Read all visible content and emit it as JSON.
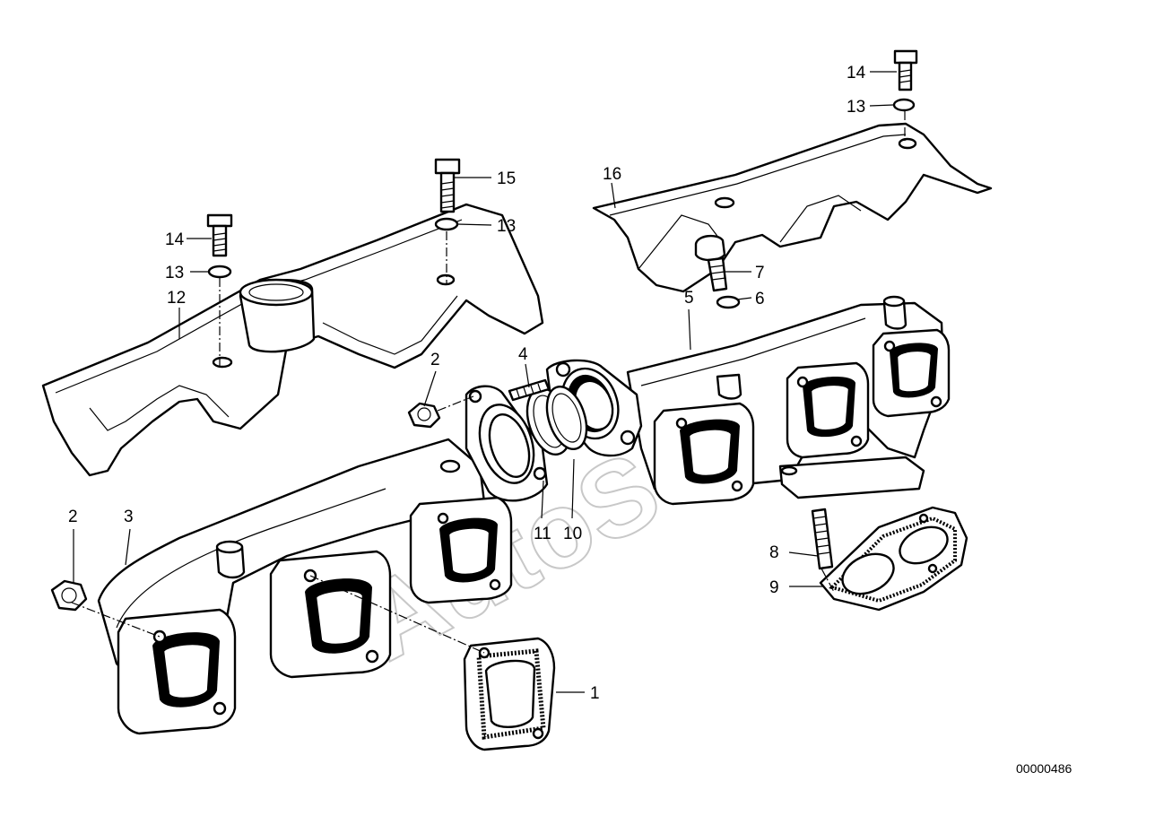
{
  "watermark": "AutoSoft",
  "document_number": "00000486",
  "callouts": {
    "c1": "1",
    "c2a": "2",
    "c2b": "2",
    "c3": "3",
    "c4": "4",
    "c5": "5",
    "c6": "6",
    "c7": "7",
    "c8": "8",
    "c9": "9",
    "c10": "10",
    "c11": "11",
    "c12": "12",
    "c13a": "13",
    "c13b": "13",
    "c13c": "13",
    "c14a": "14",
    "c14b": "14",
    "c15": "15",
    "c16": "16"
  }
}
